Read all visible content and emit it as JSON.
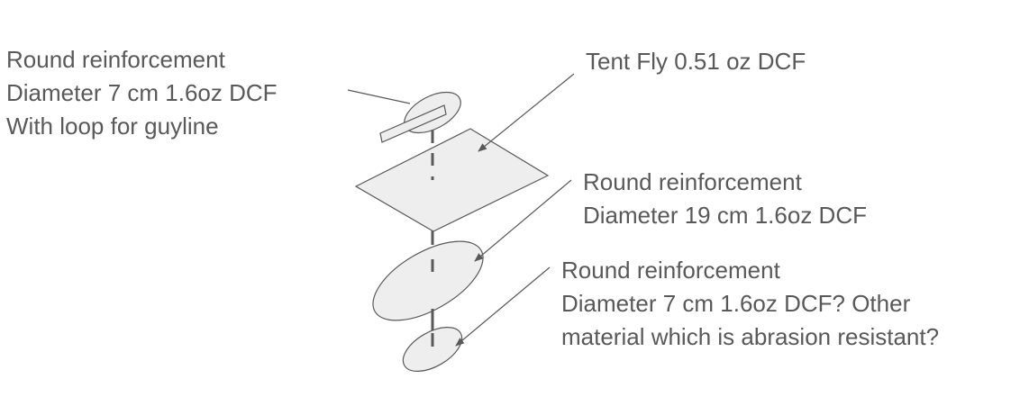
{
  "labels": {
    "guy_reinforcement": [
      "Round reinforcement",
      "Diameter 7 cm 1.6oz DCF",
      "With loop for guyline"
    ],
    "tent_fly": [
      "Tent Fly 0.51 oz DCF"
    ],
    "inner_reinforcement": [
      "Round reinforcement",
      "Diameter 19 cm 1.6oz DCF"
    ],
    "bottom_reinforcement": [
      "Round reinforcement",
      "Diameter 7 cm 1.6oz DCF? Other",
      "material which is abrasion resistant?"
    ]
  },
  "colors": {
    "shape_fill": "#eeeeee",
    "stroke": "#595959",
    "text": "#595959"
  }
}
